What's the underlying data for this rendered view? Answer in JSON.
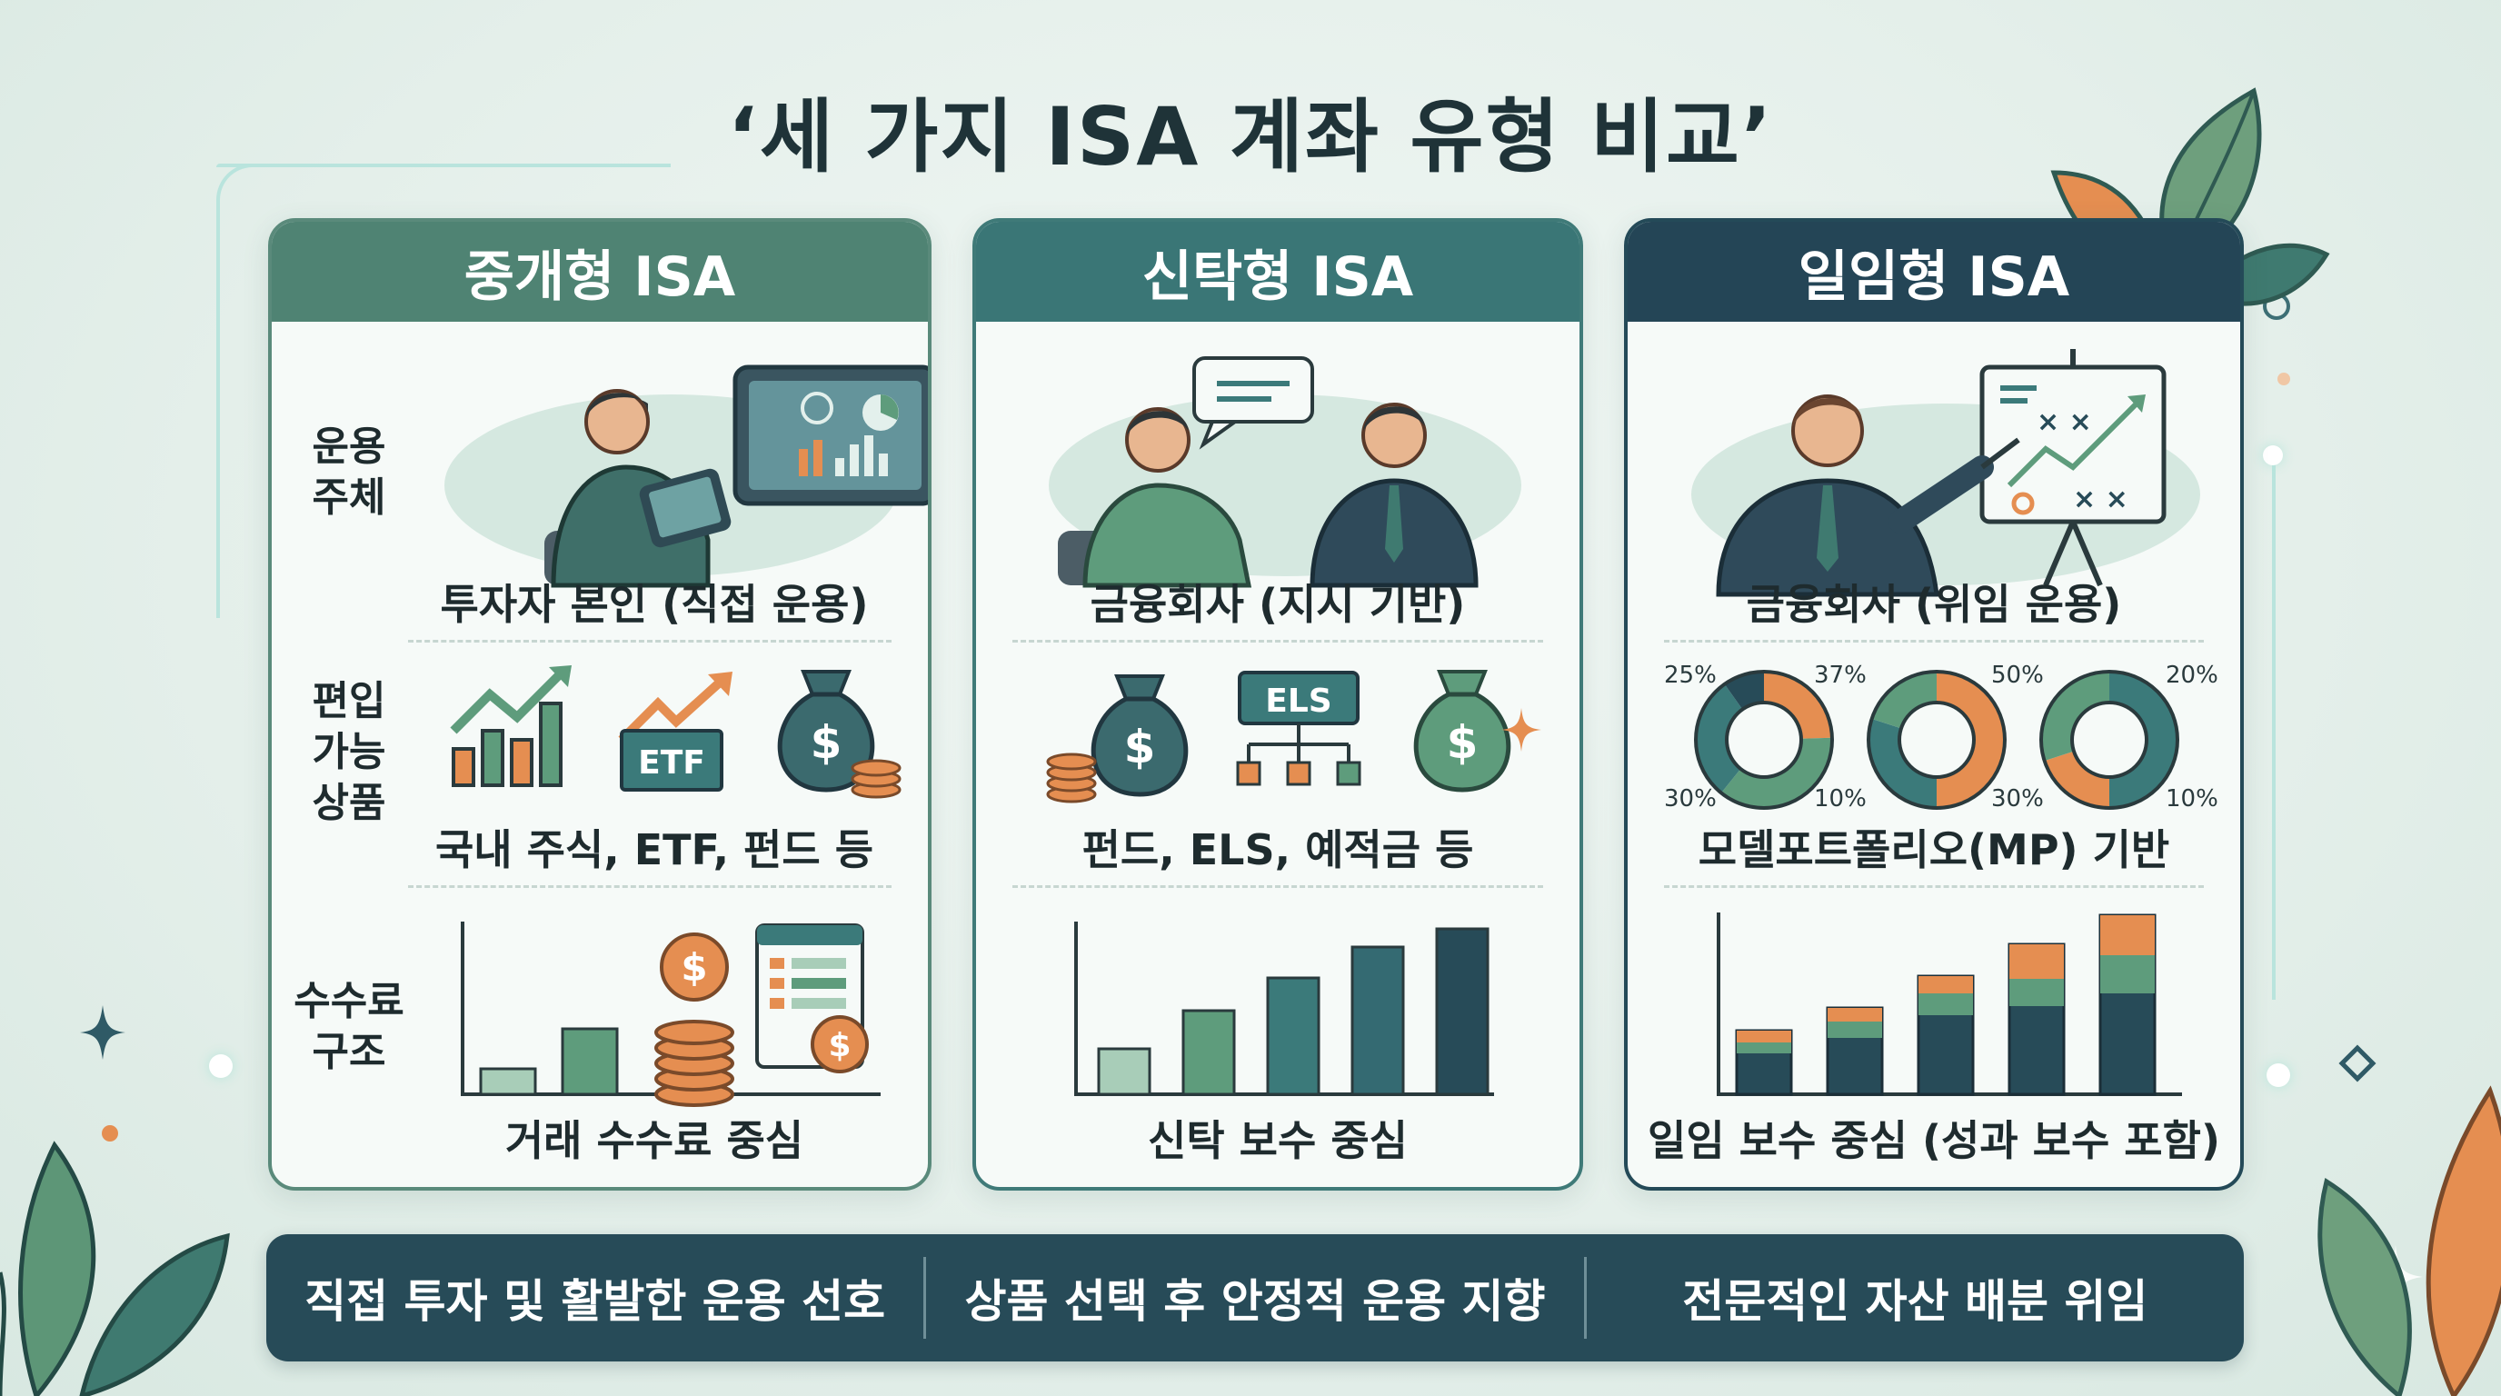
{
  "title": "‘세 가지 ISA 계좌 유형 비교’",
  "row_labels": {
    "operator": [
      "운용",
      "주체"
    ],
    "products": [
      "편입",
      "가능",
      "상품"
    ],
    "fees": [
      "수수료",
      "구조"
    ]
  },
  "cards": [
    {
      "header": "중개형 ISA",
      "operator_caption": "투자자 본인 (직접 운용)",
      "products_caption": "국내 주식, ETF, 펀드 등",
      "fees_caption": "거래 수수료 중심",
      "product_icons": [
        "rising-bar-chart-icon",
        "etf-arrow-icon",
        "money-bag-icon"
      ],
      "etf_label": "ETF"
    },
    {
      "header": "신탁형 ISA",
      "operator_caption": "금융회사 (지시 기반)",
      "products_caption": "펀드, ELS, 예적금 등",
      "fees_caption": "신탁 보수 중심",
      "product_icons": [
        "money-bag-icon",
        "els-tree-icon",
        "money-bag-sparkle-icon"
      ],
      "els_label": "ELS"
    },
    {
      "header": "일임형 ISA",
      "operator_caption": "금융회사 (위임 운용)",
      "products_caption": "모델포트폴리오(MP) 기반",
      "fees_caption": "일임 보수 중심 (성과 보수 포함)",
      "donuts": [
        {
          "labels": [
            "25%",
            "37%",
            "30%",
            "10%"
          ],
          "values": [
            25,
            37,
            30,
            10
          ]
        },
        {
          "labels": [
            "50%",
            "30%"
          ],
          "values": [
            50,
            30,
            20
          ]
        },
        {
          "labels": [
            "20%",
            "10%"
          ],
          "values": [
            50,
            20,
            30
          ]
        }
      ]
    }
  ],
  "bottom_bar": [
    "직접 투자 및 활발한 운용 선호",
    "상품 선택 후 안정적 운용 지향",
    "전문적인 자산 배분 위임"
  ],
  "colors": {
    "green": "#5e9c7c",
    "teal": "#3b7a7a",
    "navy": "#274b58",
    "orange": "#e58e51",
    "background": "#e6f0ec"
  }
}
